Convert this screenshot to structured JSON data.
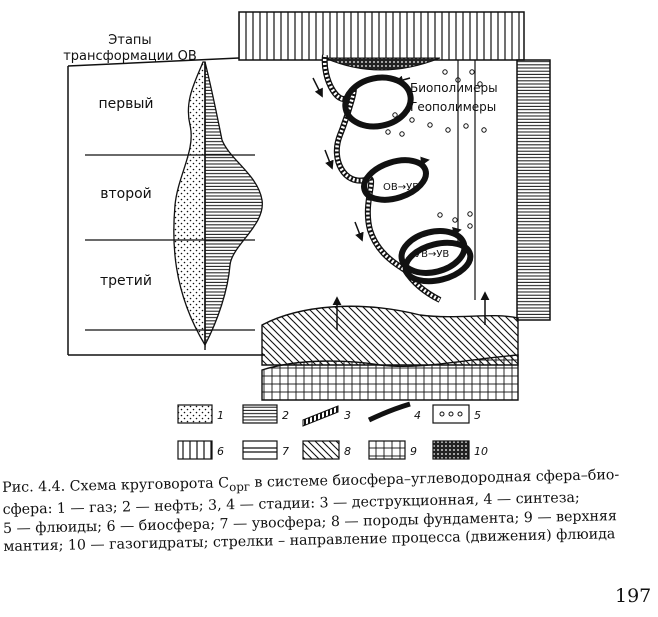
{
  "header": {
    "title_line1": "Этапы",
    "title_line2": "трансформации ОВ"
  },
  "stages": [
    "первый",
    "второй",
    "третий"
  ],
  "labels": {
    "biopolymers": "Биополимеры",
    "geopolymers": "Геополимеры",
    "ring_ov_uv": "ОВ→УВ",
    "ring_uv_uv": "УВ→УВ"
  },
  "legend": [
    {
      "num": "1",
      "pattern": "gas-dots"
    },
    {
      "num": "2",
      "pattern": "oil-hlines"
    },
    {
      "num": "3",
      "pattern": "destructive-stage"
    },
    {
      "num": "4",
      "pattern": "synthesis-stage"
    },
    {
      "num": "5",
      "pattern": "fluid-circles"
    },
    {
      "num": "6",
      "pattern": "biosphere-vlines"
    },
    {
      "num": "7",
      "pattern": "uvosphere-lines"
    },
    {
      "num": "8",
      "pattern": "basement-diagonal"
    },
    {
      "num": "9",
      "pattern": "mantle-grid"
    },
    {
      "num": "10",
      "pattern": "gas-hydrates-crosshatch"
    }
  ],
  "caption": {
    "line1": "Рис. 4.4. Схема круговорота C",
    "line1_sub": "орг",
    "line1_rest": " в системе биосфера–углеводородная сфера–био-",
    "line2": "сфера: 1 — газ; 2 — нефть; 3, 4 — стадии: 3 — деструкционная, 4 — синтеза;",
    "line3": "5 — флюиды; 6 — биосфера; 7 — увосфера; 8 — породы фундамента; 9 — верхняя",
    "line4": "мантия; 10 — газогидраты; стрелки – направление процесса (движения) флюида"
  },
  "page_number": "197"
}
